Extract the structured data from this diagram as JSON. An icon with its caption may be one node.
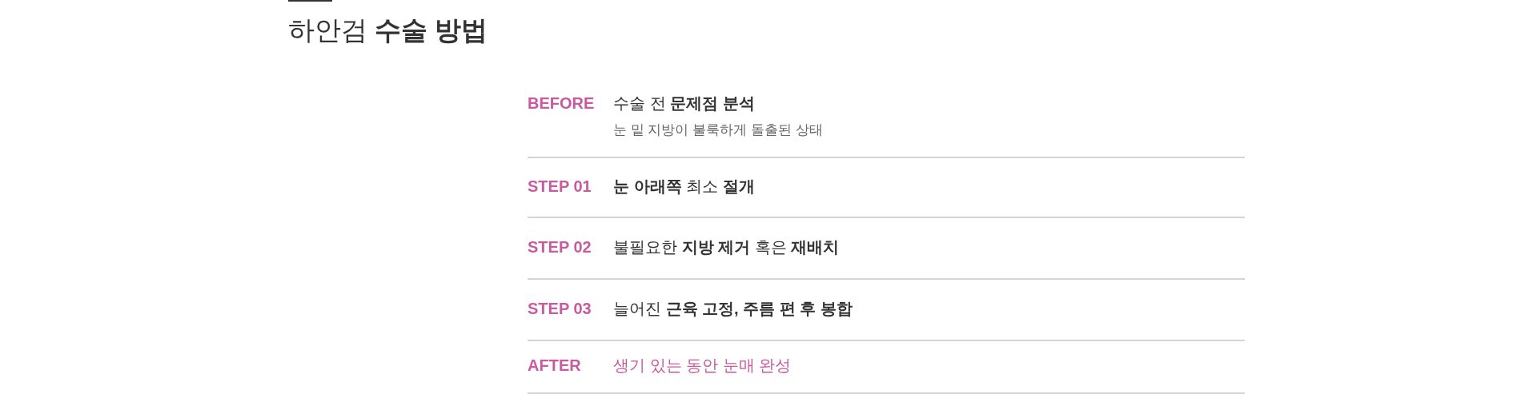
{
  "diagram": {
    "title": "하안검 **수술 방법**",
    "labels": [
      "BEFORE",
      "수술 전 **문제점 분석**",
      "눈 밑 지방이 불룩하게 돌출된 상태",
      "STEP 01",
      "**눈 아래쪽** 최소 **절개**",
      "STEP 02",
      "불필요한 **지방 제거** 혹은 **재배치**",
      "STEP 03",
      "늘어진 **근육 고정, 주름 편 후 봉합**",
      "AFTER",
      "생기 있는 동안 눈매 완성"
    ]
  }
}
